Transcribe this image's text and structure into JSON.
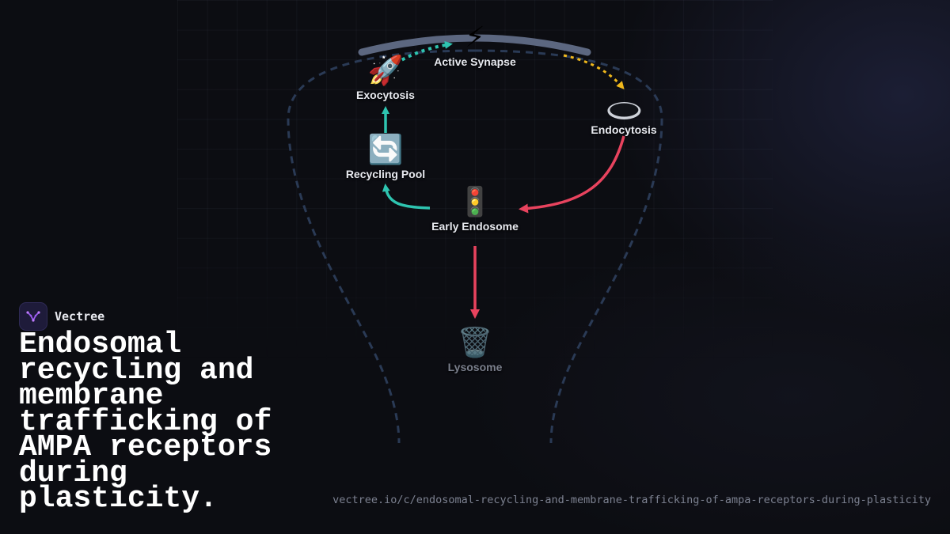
{
  "brand": {
    "name": "Vectree",
    "logo_icon": "vectree-logo-icon"
  },
  "title": "Endosomal recycling and membrane trafficking of AMPA receptors during plasticity.",
  "url": "vectree.io/c/endosomal-recycling-and-membrane-trafficking-of-ampa-receptors-during-plasticity",
  "diagram": {
    "nodes": {
      "active_synapse": {
        "label": "Active Synapse",
        "icon": "⚡",
        "icon_name": "lightning-icon"
      },
      "exocytosis": {
        "label": "Exocytosis",
        "icon": "🚀",
        "icon_name": "rocket-icon"
      },
      "endocytosis": {
        "label": "Endocytosis",
        "icon": "🕳️",
        "icon_name": "hole-icon"
      },
      "recycling_pool": {
        "label": "Recycling Pool",
        "icon": "🔄",
        "icon_name": "recycle-arrows-icon"
      },
      "early_endosome": {
        "label": "Early Endosome",
        "icon": "🚦",
        "icon_name": "traffic-light-icon"
      },
      "lysosome": {
        "label": "Lysosome",
        "icon": "🗑️",
        "icon_name": "trash-can-icon"
      }
    },
    "colors": {
      "teal": "#2ec4b0",
      "red": "#e8435e",
      "yellow": "#f0b81c",
      "membrane": "#5c6780",
      "outline": "#2a3a55"
    }
  }
}
